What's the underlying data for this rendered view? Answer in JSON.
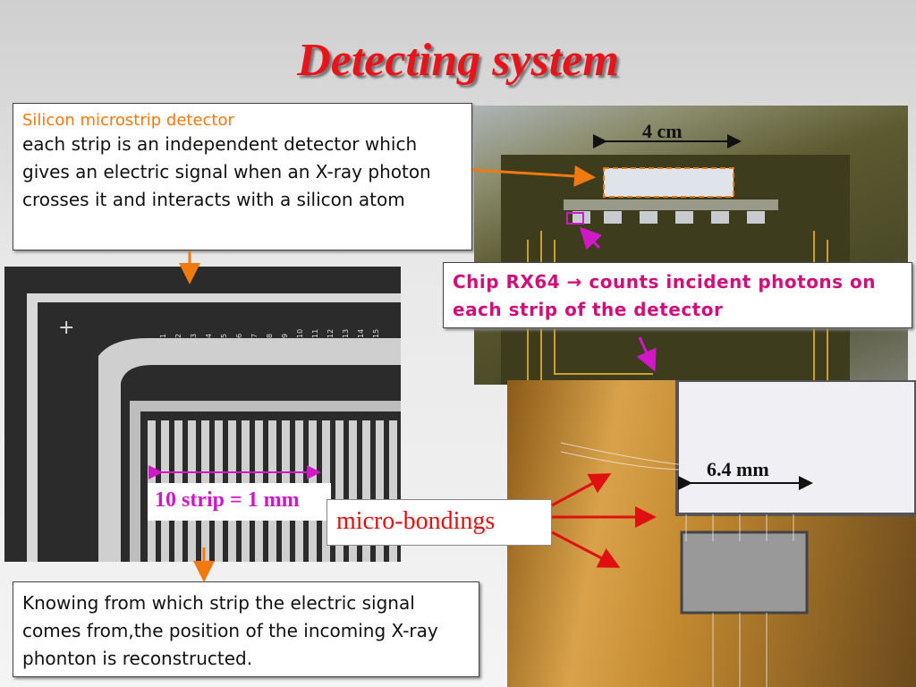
{
  "title": "Detecting system",
  "detector_box": {
    "heading": "Silicon microstrip detector",
    "text": "each strip is an independent detector which gives an electric signal when an X-ray photon crosses it and interacts with a silicon atom"
  },
  "strip_numbers": [
    "1",
    "2",
    "3",
    "4",
    "5",
    "6",
    "7",
    "8",
    "9",
    "10",
    "11",
    "12",
    "13",
    "14",
    "15"
  ],
  "strip_label": "10 strip = 1 mm",
  "chip_box": {
    "text": "Chip RX64 → counts incident photons on each strip of the detector"
  },
  "dim_4cm": "4 cm",
  "dim_64mm": "6.4 mm",
  "microbondings_label": "micro-bondings",
  "position_box": {
    "text": "Knowing from which strip the electric signal comes from,the position of the incoming X-ray phonton is reconstructed."
  },
  "colors": {
    "title": "#e8141c",
    "orange": "#f07a10",
    "magenta": "#d0107a",
    "red": "#e01010"
  }
}
